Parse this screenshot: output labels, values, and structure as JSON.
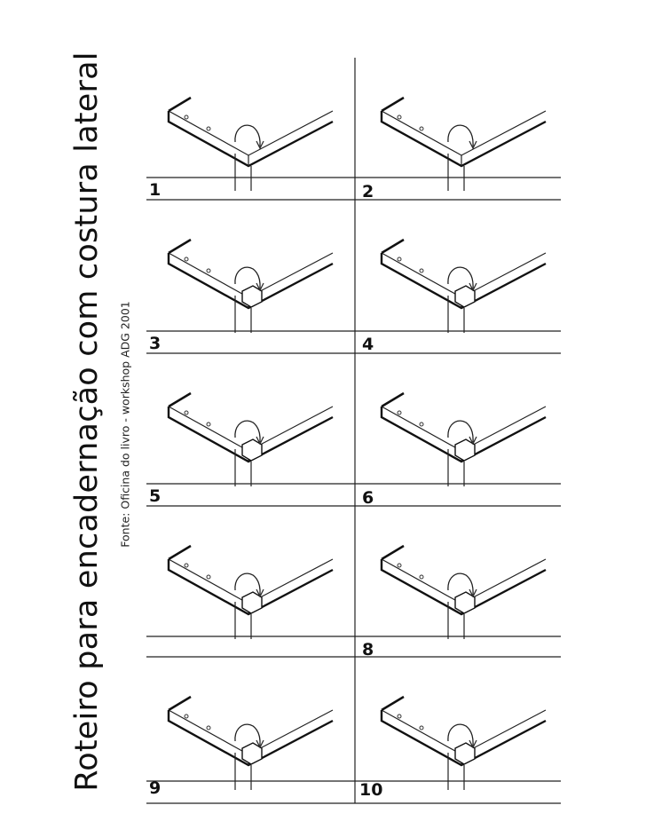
{
  "title": "Roteiro para encadernação com costura lateral",
  "source": "Fonte: Oficina do livro - workshop ADG 2001",
  "steps": [
    {
      "label": "1"
    },
    {
      "label": "2"
    },
    {
      "label": "3"
    },
    {
      "label": "4"
    },
    {
      "label": "5"
    },
    {
      "label": "6"
    },
    {
      "label": ""
    },
    {
      "label": "8"
    },
    {
      "label": "9"
    },
    {
      "label": "10"
    }
  ]
}
